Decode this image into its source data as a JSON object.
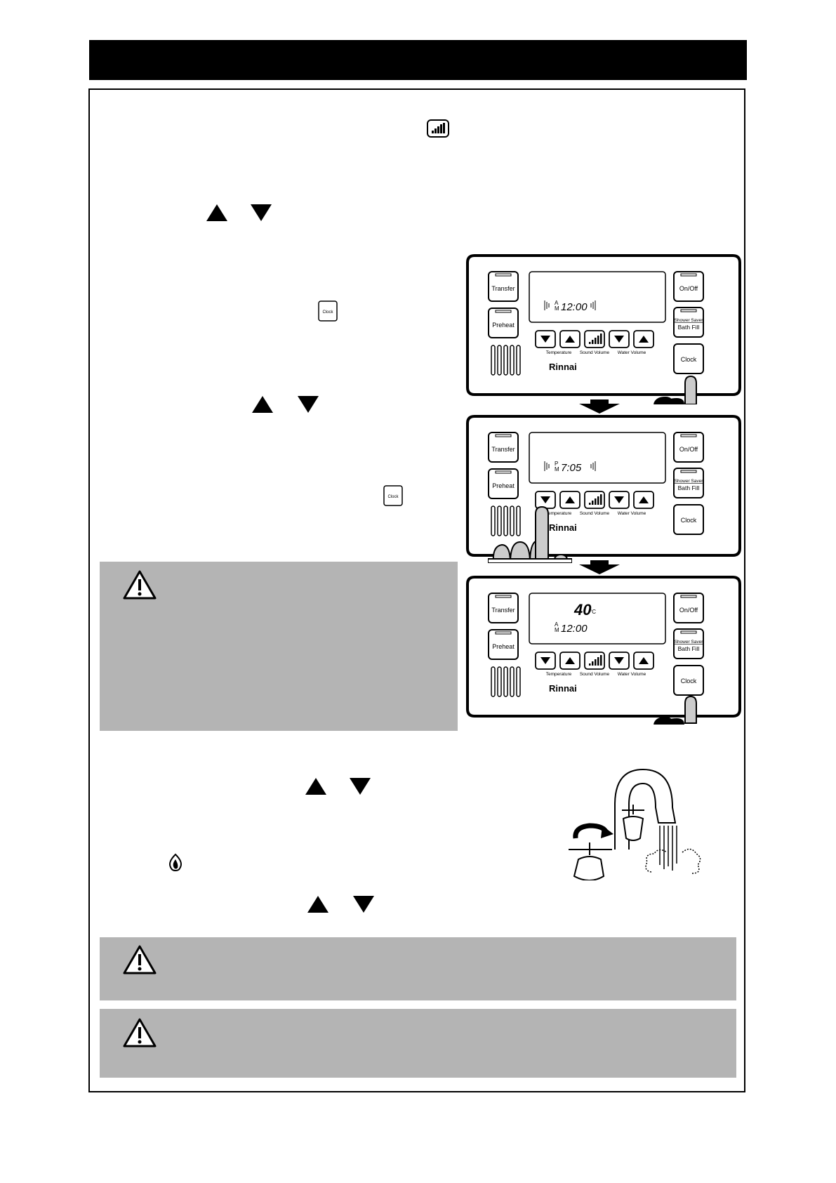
{
  "panels": [
    {
      "buttons": {
        "transfer": "Transfer",
        "preheat": "Preheat",
        "onoff": "On/Off",
        "shower_saver": "Shower Saver",
        "bath_fill": "Bath Fill",
        "clock": "Clock"
      },
      "labels": {
        "temperature": "Temperature",
        "sound_volume": "Sound Volume",
        "water_volume": "Water Volume"
      },
      "brand": "Rinnai",
      "display": {
        "ampm_top": "A",
        "ampm_bottom": "M",
        "time": "12:00",
        "temp": ""
      }
    },
    {
      "buttons": {
        "transfer": "Transfer",
        "preheat": "Preheat",
        "onoff": "On/Off",
        "shower_saver": "Shower Saver",
        "bath_fill": "Bath Fill",
        "clock": "Clock"
      },
      "labels": {
        "temperature": "Temperature",
        "sound_volume": "Sound Volume",
        "water_volume": "Water Volume"
      },
      "brand": "Rinnai",
      "display": {
        "ampm_top": "P",
        "ampm_bottom": "M",
        "time": "7:05",
        "temp": ""
      }
    },
    {
      "buttons": {
        "transfer": "Transfer",
        "preheat": "Preheat",
        "onoff": "On/Off",
        "shower_saver": "Shower Saver",
        "bath_fill": "Bath Fill",
        "clock": "Clock"
      },
      "labels": {
        "temperature": "Temperature",
        "sound_volume": "Sound Volume",
        "water_volume": "Water Volume"
      },
      "brand": "Rinnai",
      "display": {
        "ampm_top": "A",
        "ampm_bottom": "M",
        "time": "12:00",
        "temp": "40",
        "temp_unit": "°C"
      }
    }
  ],
  "inline_clock_label": "Clock",
  "icons": {
    "warning": "warning-triangle-icon",
    "up": "triangle-up-icon",
    "down": "triangle-down-icon",
    "sound": "sound-volume-icon",
    "flame": "burner-flame-icon",
    "tap": "hot-water-tap-illustration"
  },
  "colors": {
    "grey_box": "#b4b4b4",
    "header": "#000000"
  }
}
